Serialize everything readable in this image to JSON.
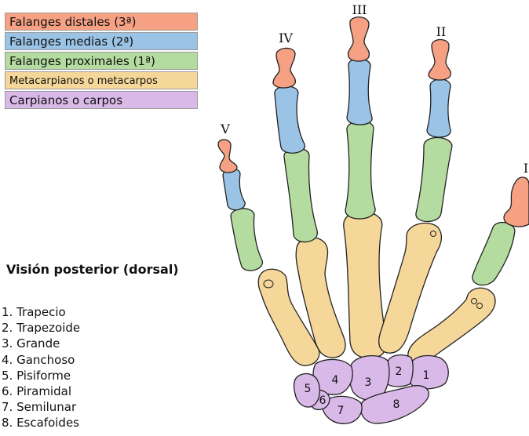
{
  "legend": [
    {
      "label": "Falanges distales (3ª)",
      "color": "#f6a183"
    },
    {
      "label": "Falanges medias (2ª)",
      "color": "#9bc3e6"
    },
    {
      "label": "Falanges proximales (1ª)",
      "color": "#b5dca0"
    },
    {
      "label": "Metacarpianos o metacarpos",
      "color": "#f5d79a"
    },
    {
      "label": "Carpianos o carpos",
      "color": "#d9b9e8"
    }
  ],
  "view_title": "Visión posterior (dorsal)",
  "carpal_bones": [
    "1. Trapecio",
    "2. Trapezoide",
    "3. Grande",
    "4. Ganchoso",
    "5. Pisiforme",
    "6. Piramidal",
    "7. Semilunar",
    "8. Escafoides"
  ],
  "finger_numerals": [
    "I",
    "II",
    "III",
    "IV",
    "V"
  ],
  "carpal_numbers": [
    "1",
    "2",
    "3",
    "4",
    "5",
    "6",
    "7",
    "8"
  ],
  "colors": {
    "distal": "#f6a183",
    "middle": "#9bc3e6",
    "proximal": "#b5dca0",
    "metacarpal": "#f5d79a",
    "carpal": "#d9b9e8",
    "outline": "#222222"
  }
}
